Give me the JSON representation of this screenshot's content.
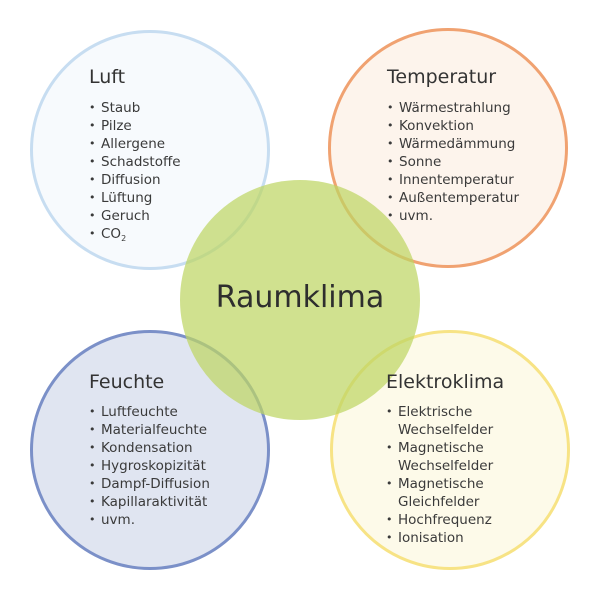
{
  "center": {
    "label": "Raumklima",
    "color": "#bed664"
  },
  "luft": {
    "title": "Luft",
    "color": "#c7ddf1",
    "items": [
      "Staub",
      "Pilze",
      "Allergene",
      "Schadstoffe",
      "Diffusion",
      "Lüftung",
      "Geruch"
    ],
    "co2_base": "CO",
    "co2_sub": "2"
  },
  "temperatur": {
    "title": "Temperatur",
    "color": "#f0a271",
    "items": [
      "Wärmestrahlung",
      "Konvektion",
      "Wärmedämmung",
      "Sonne",
      "Innentemperatur",
      "Außentemperatur",
      "uvm."
    ]
  },
  "feuchte": {
    "title": "Feuchte",
    "color": "#7b90c8",
    "items": [
      "Luftfeuchte",
      "Materialfeuchte",
      "Kondensation",
      "Hygroskopizität",
      "Dampf-Diffusion",
      "Kapillaraktivität",
      "uvm."
    ]
  },
  "elektroklima": {
    "title": "Elektroklima",
    "color": "#f7e385",
    "items": [
      "Elektrische",
      "Wechselfelder",
      "Magnetische",
      "Wechselfelder",
      "Magnetische",
      "Gleichfelder",
      "Hochfrequenz",
      "Ionisation"
    ]
  }
}
